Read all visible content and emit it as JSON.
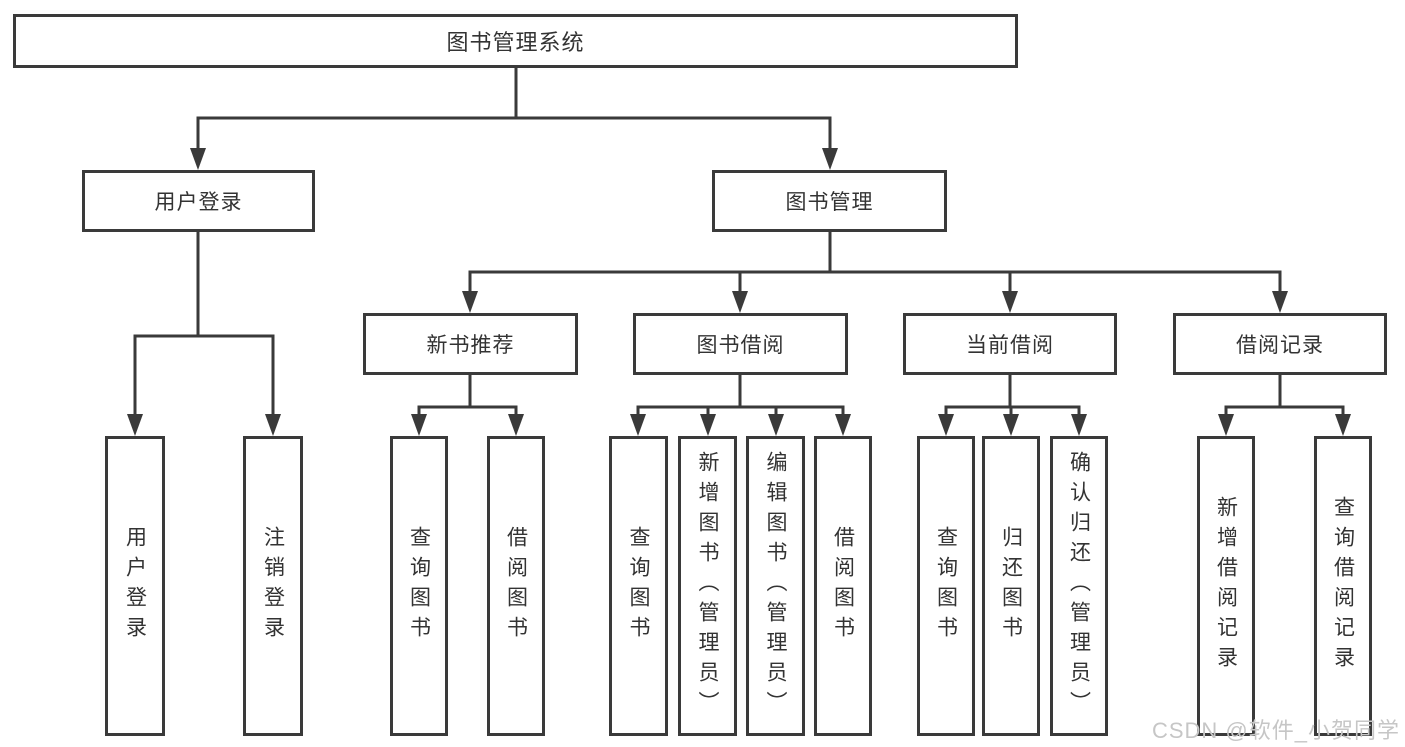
{
  "watermark": "CSDN @软件_小贺同学",
  "colors": {
    "line": "#3a3a3a",
    "text": "#333333",
    "background": "#ffffff",
    "watermark": "#c6c6c6"
  },
  "nodes": {
    "root": "图书管理系统",
    "user_login": "用户登录",
    "book_management": "图书管理",
    "new_book_recommend": "新书推荐",
    "book_borrowing": "图书借阅",
    "current_borrowing": "当前借阅",
    "borrowing_records": "借阅记录",
    "leaf_user_login": "用户登录",
    "leaf_logout": "注销登录",
    "leaf_query_books_recommend": "查询图书",
    "leaf_borrow_books_recommend": "借阅图书",
    "leaf_query_books_borrowing": "查询图书",
    "leaf_add_books_admin": "新增图书（管理员）",
    "leaf_edit_books_admin": "编辑图书（管理员）",
    "leaf_borrow_books_borrowing": "借阅图书",
    "leaf_query_books_current": "查询图书",
    "leaf_return_books": "归还图书",
    "leaf_confirm_return_admin": "确认归还（管理员）",
    "leaf_add_borrow_record": "新增借阅记录",
    "leaf_query_borrow_record": "查询借阅记录"
  },
  "hierarchy": {
    "图书管理系统": {
      "用户登录": [
        "用户登录",
        "注销登录"
      ],
      "图书管理": {
        "新书推荐": [
          "查询图书",
          "借阅图书"
        ],
        "图书借阅": [
          "查询图书",
          "新增图书（管理员）",
          "编辑图书（管理员）",
          "借阅图书"
        ],
        "当前借阅": [
          "查询图书",
          "归还图书",
          "确认归还（管理员）"
        ],
        "借阅记录": [
          "新增借阅记录",
          "查询借阅记录"
        ]
      }
    }
  }
}
